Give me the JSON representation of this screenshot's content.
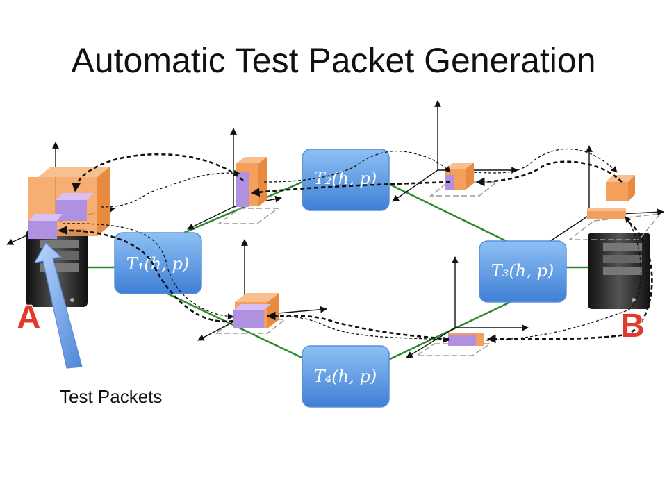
{
  "title": "Automatic Test Packet Generation",
  "caption": "Test Packets",
  "host_labels": {
    "a": "A",
    "b": "B"
  },
  "switches": [
    {
      "id": "t1",
      "label": "T₁(h, p)"
    },
    {
      "id": "t2",
      "label": "T₂(h, p)"
    },
    {
      "id": "t3",
      "label": "T₃(h, p)"
    },
    {
      "id": "t4",
      "label": "T₄(h, p)"
    }
  ],
  "colors": {
    "switch_blue": "#5b9bd5",
    "link_green": "#2a8a2a",
    "header_space_orange": "#f5a05a",
    "test_packet_purple": "#b090e0",
    "label_red": "#e23a2a",
    "arrow_blue": "#7aaaf0"
  }
}
